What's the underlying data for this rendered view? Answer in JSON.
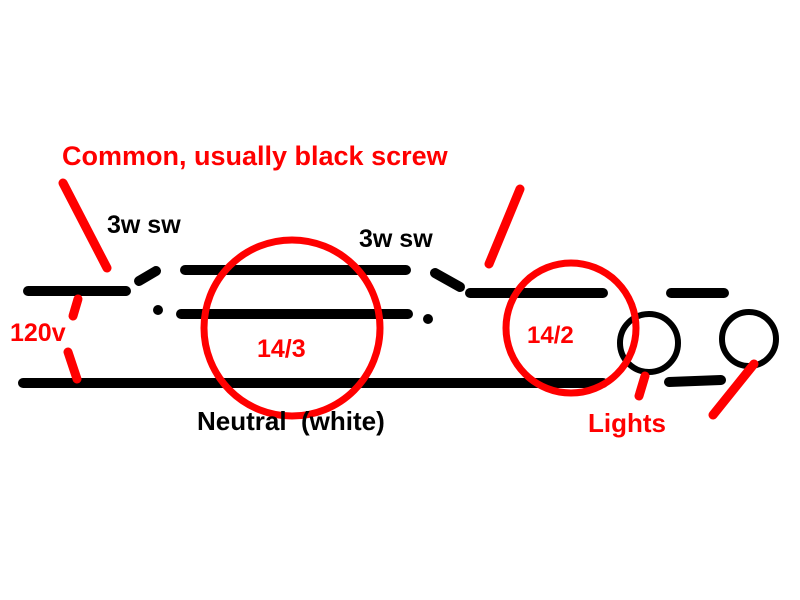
{
  "labels": {
    "common": "Common, usually black screw",
    "switch1": "3w sw",
    "switch2": "3w sw",
    "voltage": "120v",
    "cable1": "14/3",
    "cable2": "14/2",
    "neutral": "Neutral  (white)",
    "lights": "Lights"
  },
  "colors": {
    "annotation": "#ff0000",
    "wire": "#000000"
  }
}
